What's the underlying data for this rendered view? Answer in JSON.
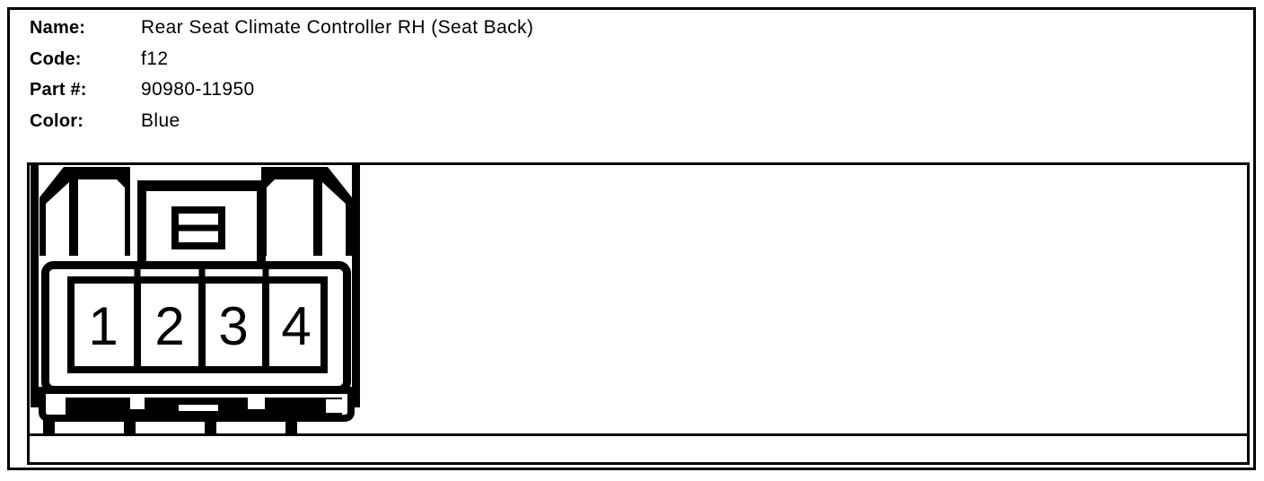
{
  "page": {
    "background_color": "#ffffff",
    "line_color": "#000000"
  },
  "header": {
    "rows": [
      {
        "label": "Name:",
        "value": "Rear Seat Climate Controller RH (Seat Back)"
      },
      {
        "label": "Code:",
        "value": "f12"
      },
      {
        "label": "Part #:",
        "value": "90980-11950"
      },
      {
        "label": "Color:",
        "value": "Blue"
      }
    ]
  },
  "connector": {
    "description": "4-pin connector housing, face view",
    "pin_count": 4,
    "pins": [
      "1",
      "2",
      "3",
      "4"
    ]
  }
}
